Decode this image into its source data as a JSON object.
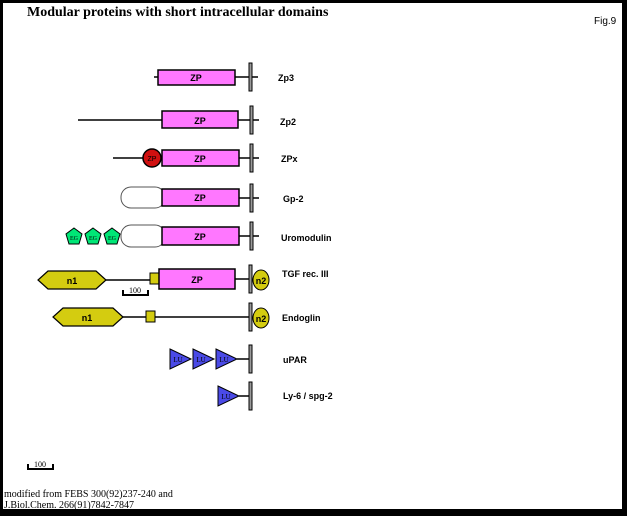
{
  "title": "Modular proteins with short intracellular domains",
  "fig_label": "Fig.9",
  "scale_label": "100",
  "credit": {
    "line1": "modified from FEBS 300(92)237-240 and",
    "line2": "J.Biol.Chem. 266(91)7842-7847"
  },
  "domain_labels": {
    "zp": "ZP",
    "zp_small": "ZP",
    "eg": "EG",
    "lu": "LU",
    "n1": "n1",
    "n2": "n2"
  },
  "proteins": [
    {
      "id": "zp3",
      "name": "Zp3"
    },
    {
      "id": "zp2",
      "name": "Zp2"
    },
    {
      "id": "zpx",
      "name": "ZPx"
    },
    {
      "id": "gp2",
      "name": "Gp-2"
    },
    {
      "id": "uromodulin",
      "name": "Uromodulin"
    },
    {
      "id": "tgf",
      "name": "TGF  rec. III"
    },
    {
      "id": "endoglin",
      "name": "Endoglin"
    },
    {
      "id": "upar",
      "name": "uPAR"
    },
    {
      "id": "ly6",
      "name": "Ly-6 / spg-2"
    }
  ],
  "colors": {
    "zp_fill": "#FF77FF",
    "eg_fill": "#00E676",
    "n_fill": "#D4CC10",
    "lu_fill": "#4A4AE6",
    "zp_small_fill": "#D01010",
    "outline": "#000000",
    "tm_bar": "#9A9A9A"
  }
}
